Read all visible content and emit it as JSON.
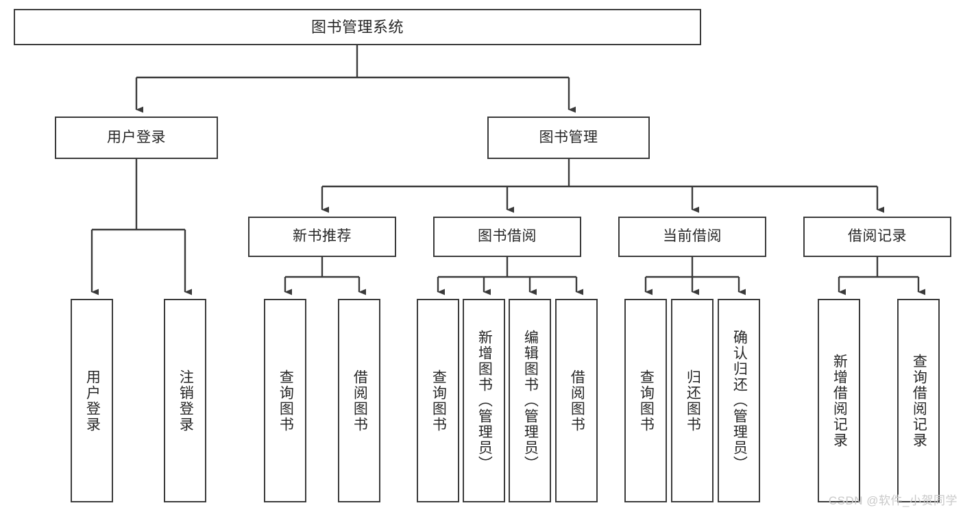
{
  "diagram": {
    "title": "图书管理系统",
    "type": "tree",
    "root": {
      "id": "root",
      "label": "图书管理系统"
    },
    "level1": [
      {
        "id": "user-login",
        "label": "用户登录"
      },
      {
        "id": "book-manage",
        "label": "图书管理"
      }
    ],
    "level2": [
      {
        "id": "new-book-recommend",
        "label": "新书推荐",
        "parent": "book-manage"
      },
      {
        "id": "book-borrow",
        "label": "图书借阅",
        "parent": "book-manage"
      },
      {
        "id": "current-borrow",
        "label": "当前借阅",
        "parent": "book-manage"
      },
      {
        "id": "borrow-record",
        "label": "借阅记录",
        "parent": "book-manage"
      }
    ],
    "leaves": {
      "user-login": [
        {
          "id": "leaf-user-login",
          "label": "用户登录"
        },
        {
          "id": "leaf-logout-login",
          "label": "注销登录"
        }
      ],
      "new-book-recommend": [
        {
          "id": "leaf-query-book-1",
          "label": "查询图书"
        },
        {
          "id": "leaf-borrow-book-1",
          "label": "借阅图书"
        }
      ],
      "book-borrow": [
        {
          "id": "leaf-query-book-2",
          "label": "查询图书"
        },
        {
          "id": "leaf-add-book",
          "label": "新增图书（管理员）"
        },
        {
          "id": "leaf-edit-book",
          "label": "编辑图书（管理员）"
        },
        {
          "id": "leaf-borrow-book-2",
          "label": "借阅图书"
        }
      ],
      "current-borrow": [
        {
          "id": "leaf-query-book-3",
          "label": "查询图书"
        },
        {
          "id": "leaf-return-book",
          "label": "归还图书"
        },
        {
          "id": "leaf-confirm-return",
          "label": "确认归还（管理员）"
        }
      ],
      "borrow-record": [
        {
          "id": "leaf-add-record",
          "label": "新增借阅记录"
        },
        {
          "id": "leaf-query-record",
          "label": "查询借阅记录"
        }
      ]
    },
    "colors": {
      "stroke": "#3a3a3a",
      "fill": "#ffffff",
      "text": "#262626",
      "watermark": "#c9c9c9"
    },
    "watermark": "CSDN @软件_小贺同学"
  }
}
